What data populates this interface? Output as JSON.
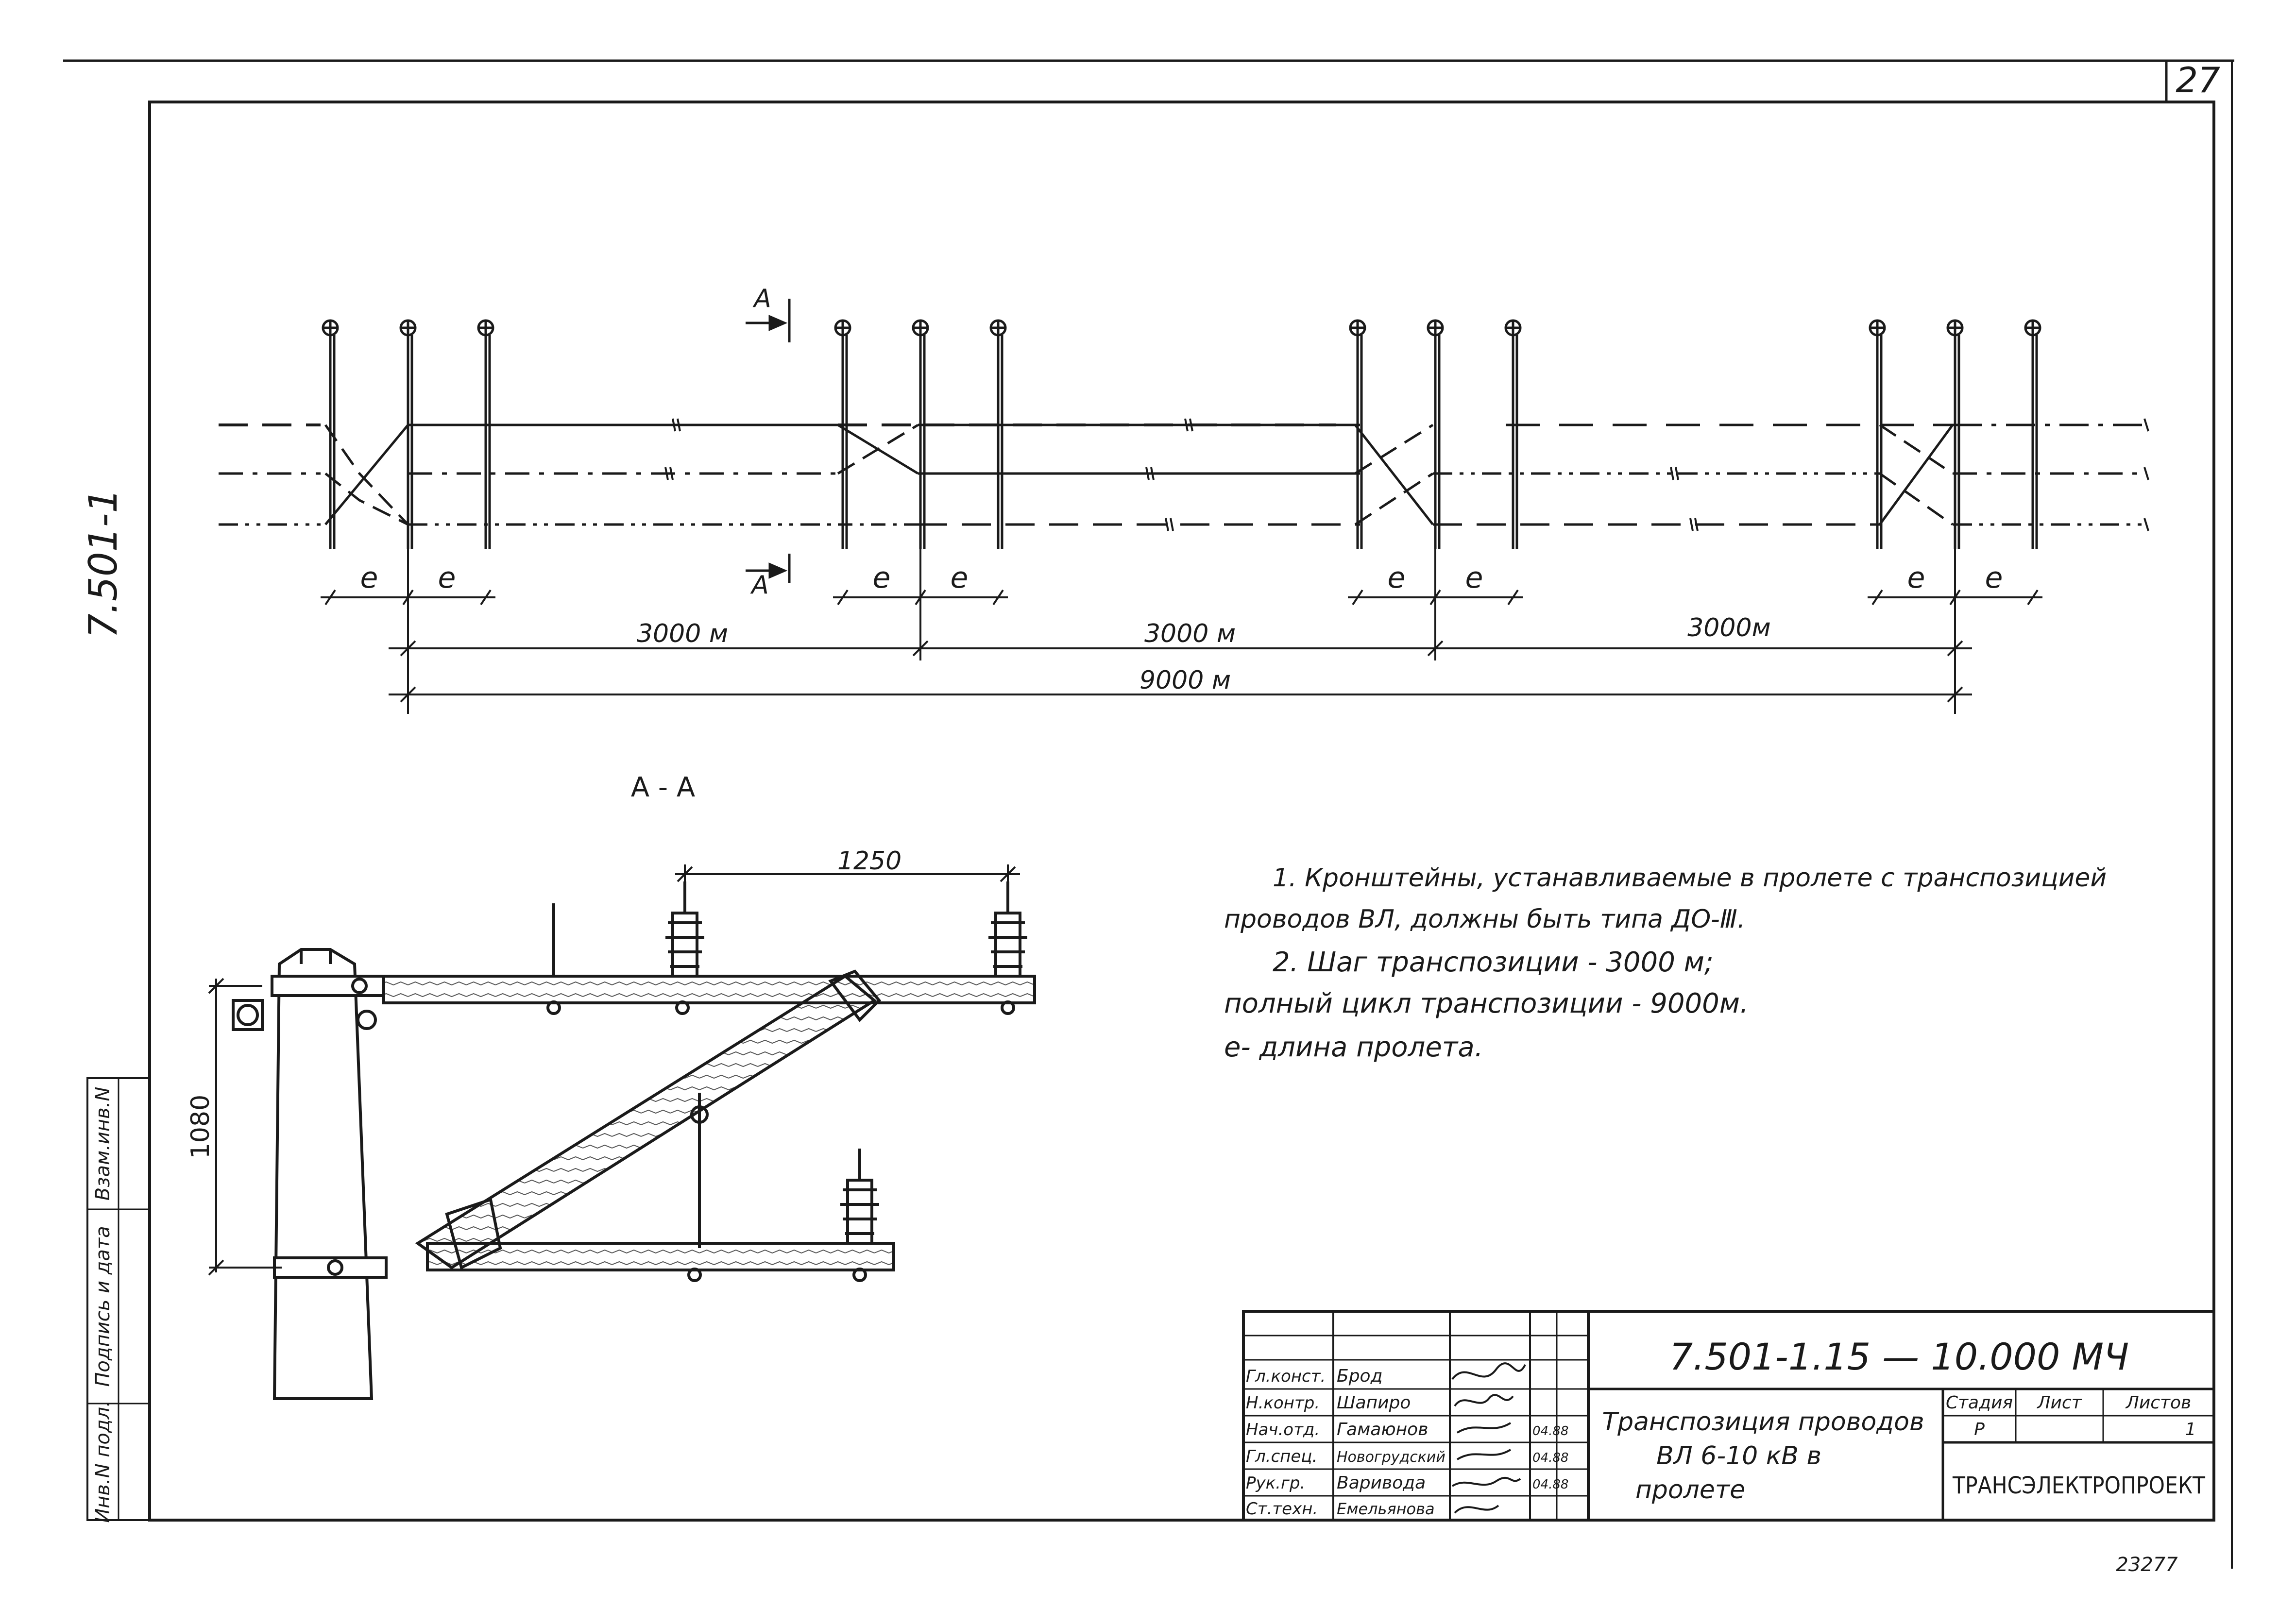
{
  "sheet": {
    "page_number": "27",
    "series_side": "7.501-1",
    "bottom_number": "23277",
    "side_stamp": [
      "Инв.N подл.",
      "Подпись и дата",
      "Взам.инв.N"
    ]
  },
  "plan": {
    "section_marker": "A",
    "span_label": "e",
    "distances": [
      "3000 м",
      "3000 м",
      "3000м"
    ],
    "total": "9000 м"
  },
  "section": {
    "title": "А - А",
    "dim_horizontal": "1250",
    "dim_vertical": "1080"
  },
  "notes": [
    "1. Кронштейны, устанавливаемые в пролете с транспозицией",
    "проводов ВЛ, должны быть типа ДО-Ⅲ.",
    "2. Шаг транспозиции - 3000 м;",
    "полный цикл транспозиции - 9000м.",
    "e- длина пролета."
  ],
  "title_block": {
    "code": "7.501-1.15 — 10.000 МЧ",
    "title_lines": [
      "Транспозиция проводов",
      "ВЛ 6-10 кВ в",
      "пролете"
    ],
    "stage_header": "Стадия",
    "sheet_header": "Лист",
    "sheets_header": "Листов",
    "stage": "Р",
    "sheet": "",
    "sheets": "1",
    "org": "ТРАНСЭЛЕКТРОПРОЕКТ",
    "staff": [
      {
        "role": "Гл.конст.",
        "name": "Брод",
        "date": ""
      },
      {
        "role": "Н.контр.",
        "name": "Шапиро",
        "date": ""
      },
      {
        "role": "Нач.отд.",
        "name": "Гамаюнов",
        "date": "04.88"
      },
      {
        "role": "Гл.спец.",
        "name": "Новогрудский",
        "date": "04.88"
      },
      {
        "role": "Рук.гр.",
        "name": "Варивода",
        "date": "04.88"
      },
      {
        "role": "Ст.техн.",
        "name": "Емельянова",
        "date": ""
      }
    ]
  }
}
